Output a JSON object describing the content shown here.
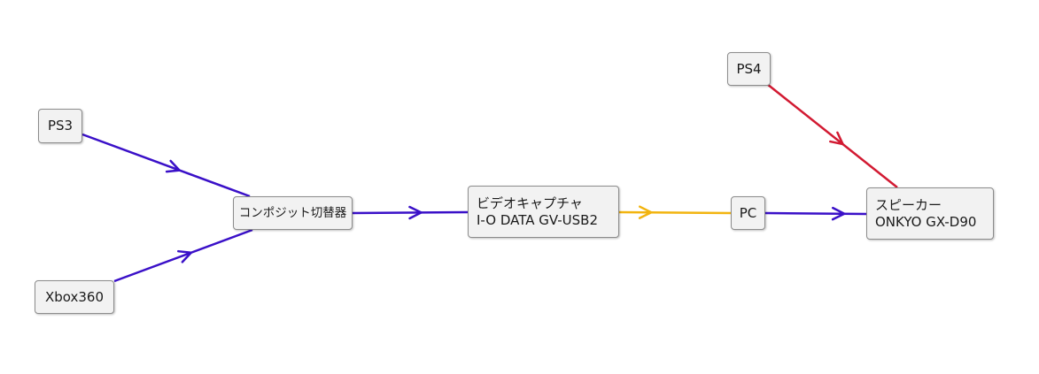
{
  "nodes": {
    "ps3": {
      "label": "PS3"
    },
    "xbox360": {
      "label": "Xbox360"
    },
    "composite_switch": {
      "label": "コンポジット切替器"
    },
    "video_capture": {
      "line1": "ビデオキャプチャ",
      "line2": "I-O DATA GV-USB2"
    },
    "pc": {
      "label": "PC"
    },
    "ps4": {
      "label": "PS4"
    },
    "speaker": {
      "line1": "スピーカー",
      "line2": "ONKYO GX-D90"
    }
  },
  "edges": [
    {
      "from": "PS3",
      "to": "コンポジット切替器",
      "color": "#3a10c8"
    },
    {
      "from": "Xbox360",
      "to": "コンポジット切替器",
      "color": "#3a10c8"
    },
    {
      "from": "コンポジット切替器",
      "to": "ビデオキャプチャ",
      "color": "#3a10c8"
    },
    {
      "from": "ビデオキャプチャ",
      "to": "PC",
      "color": "#f2b40f"
    },
    {
      "from": "PC",
      "to": "スピーカー",
      "color": "#3a10c8"
    },
    {
      "from": "PS4",
      "to": "スピーカー",
      "color": "#d21a32"
    }
  ],
  "colors": {
    "video_link": "#3a10c8",
    "usb_link": "#f2b40f",
    "audio_link": "#d21a32",
    "node_fill": "#f2f2f2",
    "node_border": "#8c8c8c"
  }
}
